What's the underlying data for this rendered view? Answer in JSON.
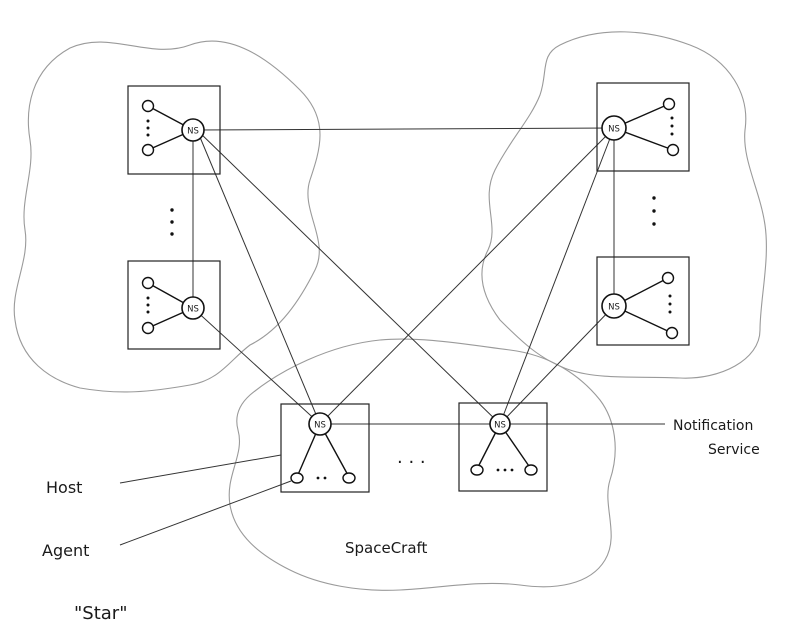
{
  "diagram": {
    "node_label": "NS",
    "labels": {
      "notification": "Notification",
      "service": "Service",
      "host": "Host",
      "agent": "Agent",
      "spacecraft": "SpaceCraft",
      "caption": "\"Star\""
    },
    "ellipsis_text": ". . .",
    "colors": {
      "ink": "#111111",
      "cloud": "#9a9a9a"
    }
  }
}
